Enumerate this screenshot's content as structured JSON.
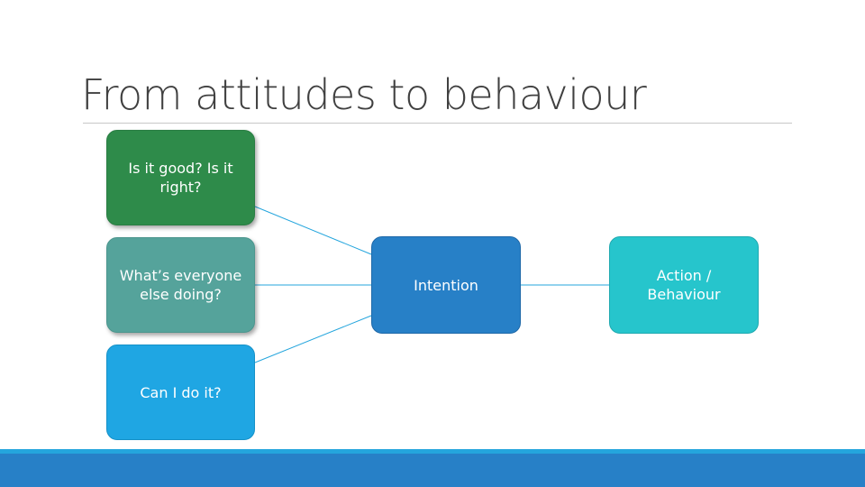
{
  "slide": {
    "title": "From attitudes to behaviour"
  },
  "diagram": {
    "nodes": {
      "good": {
        "label": "Is it good? Is it right?",
        "color": "#2e8b4a"
      },
      "others": {
        "label": "What’s everyone else doing?",
        "color": "#55a39b"
      },
      "can": {
        "label": "Can I do it?",
        "color": "#1fa6e3"
      },
      "intention": {
        "label": "Intention",
        "color": "#2780c7"
      },
      "action": {
        "label": "Action / Behaviour",
        "color": "#26c5cc"
      }
    },
    "edges": [
      [
        "good",
        "intention"
      ],
      [
        "others",
        "intention"
      ],
      [
        "can",
        "intention"
      ],
      [
        "intention",
        "action"
      ]
    ],
    "connector_color": "#24a5dd"
  },
  "theme": {
    "footer_accent": "#24a5dd",
    "footer_bar": "#2780c7"
  }
}
